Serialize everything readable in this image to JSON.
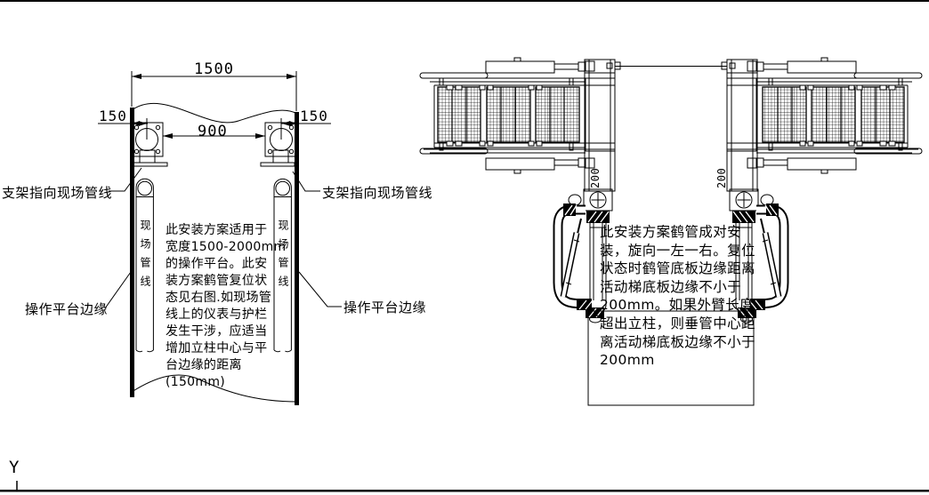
{
  "drawing": {
    "axis_label": "Y",
    "left_view": {
      "dim_width": "1500",
      "dim_pipe_spacing": "900",
      "dim_offset_left": "150",
      "dim_offset_right": "150",
      "bracket_label_left": "支架指向现场管线",
      "bracket_label_right": "支架指向现场管线",
      "platform_edge_label_left": "操作平台边缘",
      "platform_edge_label_right": "操作平台边缘",
      "pipe_label_left": "现场管线",
      "pipe_label_right": "现场管线",
      "note": "此安装方案适用于\n宽度1500-2000mm\n的操作平台。此安\n装方案鹤管复位状\n态见右图.如现场管\n线上的仪表与护栏\n发生干涉，应适当\n增加立柱中心与平\n台边缘的距离\n(150mm)"
    },
    "right_view": {
      "dim_clearance_left": "200",
      "dim_clearance_right": "200",
      "note": "此安装方案鹤管成对安\n装，旋向一左一右。复位\n状态时鹤管底板边缘距离\n活动梯底板边缘不小于\n200mm。如果外臂长度\n超出立柱，则垂管中心距\n离活动梯底板边缘不小于\n200mm"
    },
    "colors": {
      "line": "#000000",
      "background": "#ffffff"
    }
  }
}
